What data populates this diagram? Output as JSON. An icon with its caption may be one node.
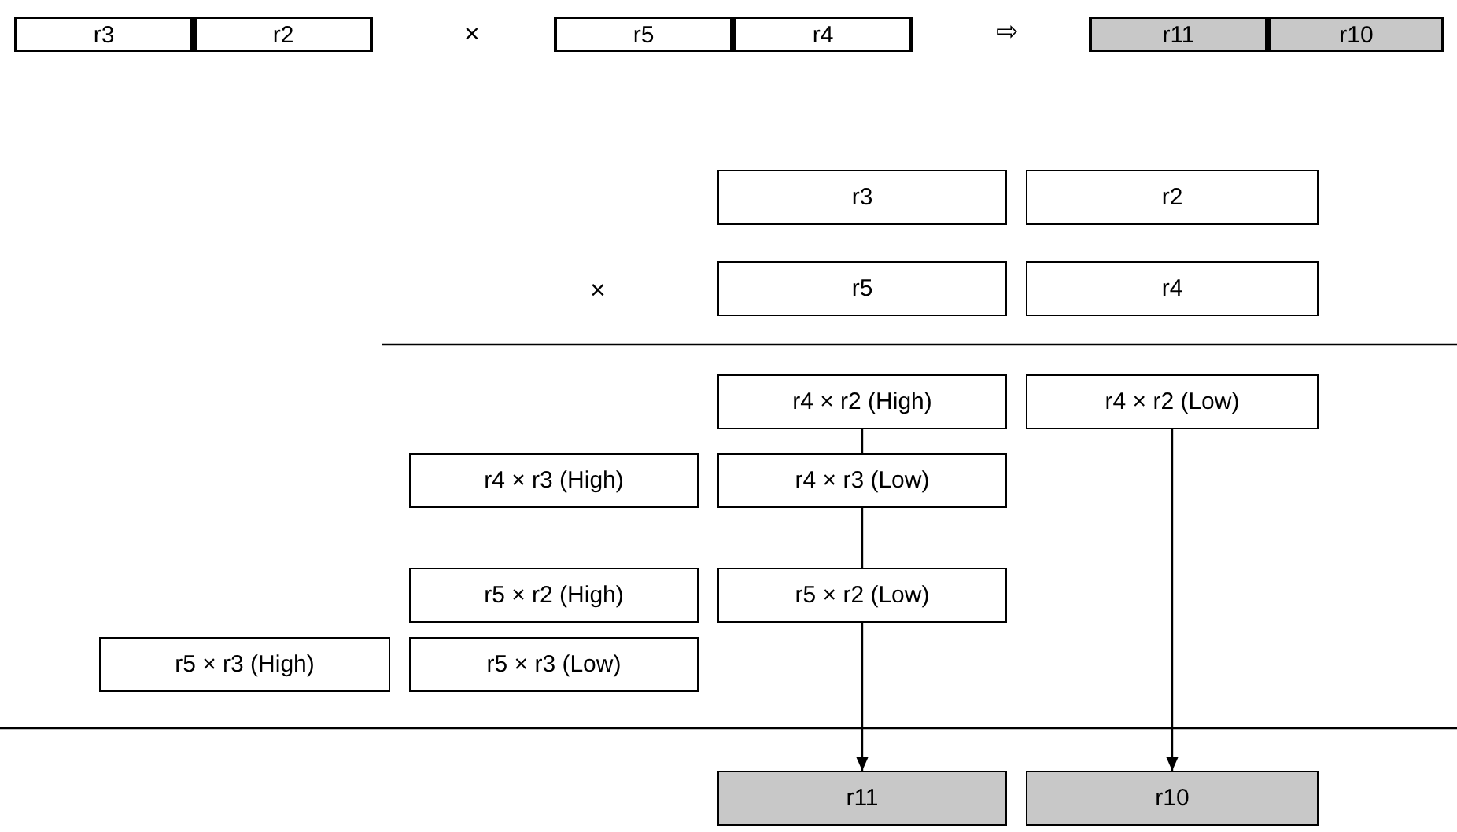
{
  "diagram": {
    "nodes": [
      {
        "text": [
          "r3"
        ]
      },
      {
        "text": [
          "r2"
        ]
      },
      {
        "text": [
          "r5"
        ]
      },
      {
        "text": [
          "r4"
        ]
      },
      {
        "text": [
          "r11"
        ]
      },
      {
        "text": [
          "r10"
        ]
      },
      {
        "text": [
          "r3"
        ]
      },
      {
        "text": [
          "r2"
        ]
      },
      {
        "text": [
          "r5"
        ]
      },
      {
        "text": [
          "r4"
        ]
      },
      {
        "text": [
          "r4 × r2 (High)"
        ]
      },
      {
        "text": [
          "r4 × r2 (Low)"
        ]
      },
      {
        "text": [
          "r4 × r3 (High)"
        ]
      },
      {
        "text": [
          "r4 × r3 (Low)"
        ]
      },
      {
        "text": [
          "r5 × r2 (High)"
        ]
      },
      {
        "text": [
          "r5 × r2 (Low)"
        ]
      },
      {
        "text": [
          "r5 × r3 (High)"
        ]
      },
      {
        "text": [
          "r5 × r3 (Low)"
        ]
      },
      {
        "text": [
          "r11"
        ]
      },
      {
        "text": [
          "r10"
        ]
      }
    ],
    "edges": [
      {
        "from": 10,
        "to": 13,
        "arrow": "none"
      },
      {
        "from": 13,
        "to": 15,
        "arrow": "none"
      },
      {
        "from": 15,
        "to": 18,
        "arrow": "to"
      },
      {
        "from": 11,
        "to": 19,
        "arrow": "to"
      }
    ],
    "labels": [
      "×",
      "⇨",
      "×"
    ]
  }
}
